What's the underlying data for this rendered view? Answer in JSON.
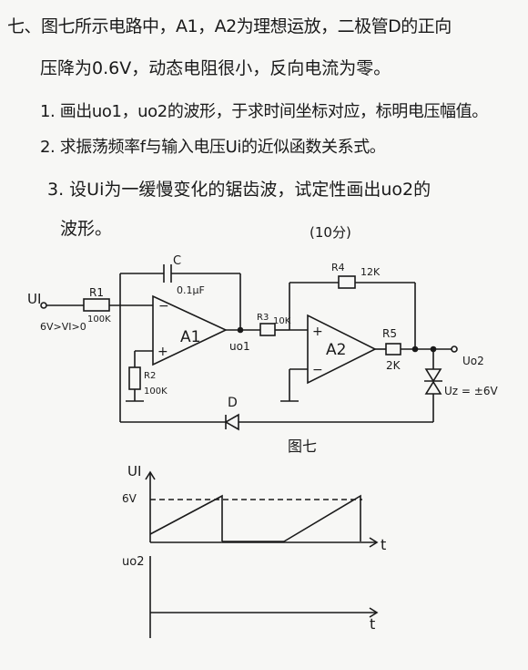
{
  "problem": {
    "intro": "七、图七所示电路中，A1，A2为理想运放，二极管D的正向",
    "intro_cont": "压降为0.6V，动态电阻很小，反向电流为零。",
    "q1": "1. 画出uo1，uo2的波形，于求时间坐标对应，标明电压幅值。",
    "q2": "2. 求振荡频率f与输入电压Ui的近似函数关系式。",
    "q3": "3. 设Ui为一缓慢变化的锯齿波，试定性画出uo2的",
    "q3_cont": "波形。",
    "score": "(10分)"
  },
  "circuit": {
    "c_label": "C",
    "c_value": "0.1μF",
    "r4_label": "R4",
    "r4_value": "12K",
    "ui_label": "UI",
    "r1_label": "R1",
    "r1_value": "100K",
    "ui_range": "6V>VI>0",
    "a1_label": "A1",
    "a1_plus": "+",
    "a1_minus": "−",
    "uo1_label": "uo1",
    "r3_label": "R3",
    "r3_value": "10K",
    "a2_label": "A2",
    "a2_plus": "+",
    "a2_minus": "−",
    "r5_label": "R5",
    "r5_value": "2K",
    "uo2_label": "Uo2",
    "uz_label": "Uz = ±6V",
    "r2_label": "R2",
    "r2_value": "100K",
    "d_label": "D",
    "figure_caption": "图七"
  },
  "waveform": {
    "ui_axis_label": "UI",
    "ui_tick": "6V",
    "t_label_1": "t",
    "uo2_axis_label": "uo2",
    "t_label_2": "t"
  }
}
